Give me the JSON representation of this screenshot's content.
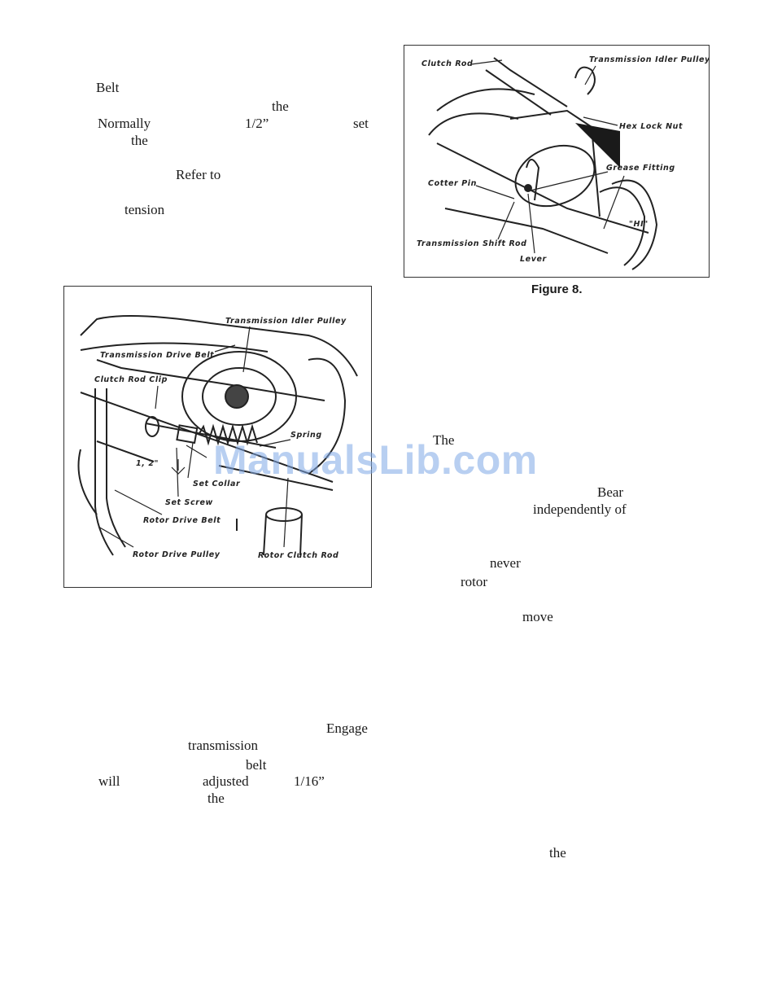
{
  "left_column_words": [
    {
      "text": "Belt"
    },
    {
      "text": "the"
    },
    {
      "text": "Normally"
    },
    {
      "text": "1/2”"
    },
    {
      "text": "set"
    },
    {
      "text": "the"
    },
    {
      "text": "Refer to"
    },
    {
      "text": "tension"
    },
    {
      "text": "Engage"
    },
    {
      "text": "transmission"
    },
    {
      "text": "belt"
    },
    {
      "text": "will"
    },
    {
      "text": "adjusted"
    },
    {
      "text": "1/16”"
    },
    {
      "text": "the"
    }
  ],
  "right_column_words": [
    {
      "text": "The"
    },
    {
      "text": "Bear"
    },
    {
      "text": "independently of"
    },
    {
      "text": "never"
    },
    {
      "text": "rotor"
    },
    {
      "text": "move"
    },
    {
      "text": "the"
    }
  ],
  "figure_left": {
    "labels": {
      "idler_pulley": "Transmission Idler Pulley",
      "drive_belt": "Transmission Drive Belt",
      "clutch_rod_clip": "Clutch Rod Clip",
      "spring": "Spring",
      "half_inch": "1, 2\"",
      "set_collar": "Set Collar",
      "set_screw": "Set Screw",
      "rotor_drive_belt": "Rotor Drive Belt",
      "rotor_drive_pulley": "Rotor Drive Pulley",
      "rotor_clutch_rod": "Rotor Clutch Rod"
    }
  },
  "figure_right": {
    "labels": {
      "clutch_rod": "Clutch Rod",
      "idler_pulley": "Transmission Idler Pulley",
      "hex_lock_nut": "Hex Lock Nut",
      "grease_fitting": "Grease Fitting",
      "cotter_pin": "Cotter Pin",
      "hi": "\"HI\"",
      "shift_rod": "Transmission Shift Rod",
      "lever": "Lever"
    },
    "caption": "Figure 8."
  },
  "watermark": "ManualsLib.com"
}
